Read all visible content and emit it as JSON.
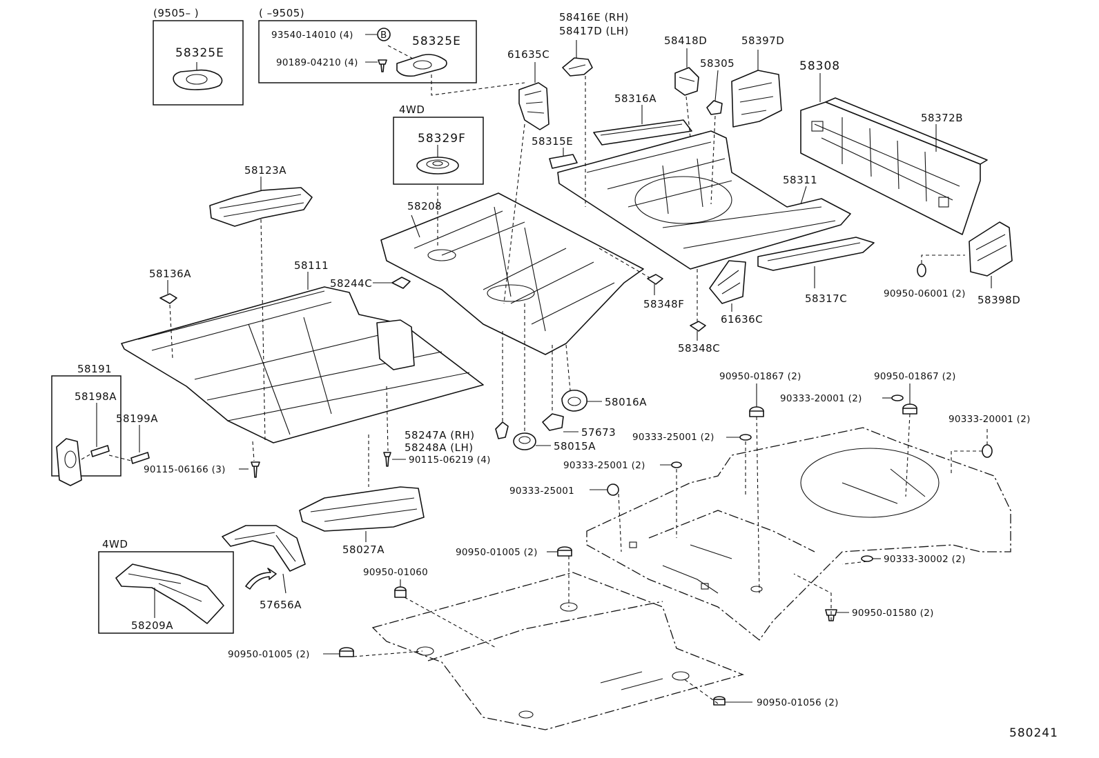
{
  "labels": {
    "p58325e_a": "58325E",
    "p58325e_b": "58325E",
    "p93540": "93540-14010 (4)",
    "p90189": "90189-04210 (4)",
    "bolt_b": "B",
    "range_new": "(9505–        )",
    "range_old": "(        –9505)",
    "p58416e": "58416E (RH)",
    "p58417d": "58417D (LH)",
    "p61635c": "61635C",
    "p58418d": "58418D",
    "p58397d": "58397D",
    "p58305": "58305",
    "p58308": "58308",
    "p58316a": "58316A",
    "p58372b": "58372B",
    "p4wd_a": "4WD",
    "p58329f": "58329F",
    "p58315e": "58315E",
    "p58123a": "58123A",
    "p58208": "58208",
    "p58311": "58311",
    "p58136a": "58136A",
    "p58111": "58111",
    "p58244c": "58244C",
    "p58348f": "58348F",
    "p61636c": "61636C",
    "p58317c": "58317C",
    "p90950_06001": "90950-06001 (2)",
    "p58398d": "58398D",
    "p58348c": "58348C",
    "p58191": "58191",
    "p58198a": "58198A",
    "p58199a": "58199A",
    "p58016a": "58016A",
    "p90950_01867a": "90950-01867 (2)",
    "p90950_01867b": "90950-01867 (2)",
    "p90333_20001a": "90333-20001 (2)",
    "p90333_20001b": "90333-20001 (2)",
    "p57673": "57673",
    "p58247a": "58247A (RH)",
    "p58248a": "58248A (LH)",
    "p58015a": "58015A",
    "p90333_25001a": "90333-25001 (2)",
    "p90333_25001b": "90333-25001 (2)",
    "p90333_25001c": "90333-25001",
    "p90115_06219": "90115-06219 (4)",
    "p90115_06166": "90115-06166 (3)",
    "p58027a": "58027A",
    "p4wd_b": "4WD",
    "p90950_01005a": "90950-01005 (2)",
    "p90950_01060": "90950-01060",
    "p90333_30002": "90333-30002 (2)",
    "p57656a": "57656A",
    "p58209a": "58209A",
    "p90950_01580": "90950-01580 (2)",
    "p90950_01005b": "90950-01005 (2)",
    "p90950_01056": "90950-01056 (2)",
    "drawing_no": "580241"
  }
}
